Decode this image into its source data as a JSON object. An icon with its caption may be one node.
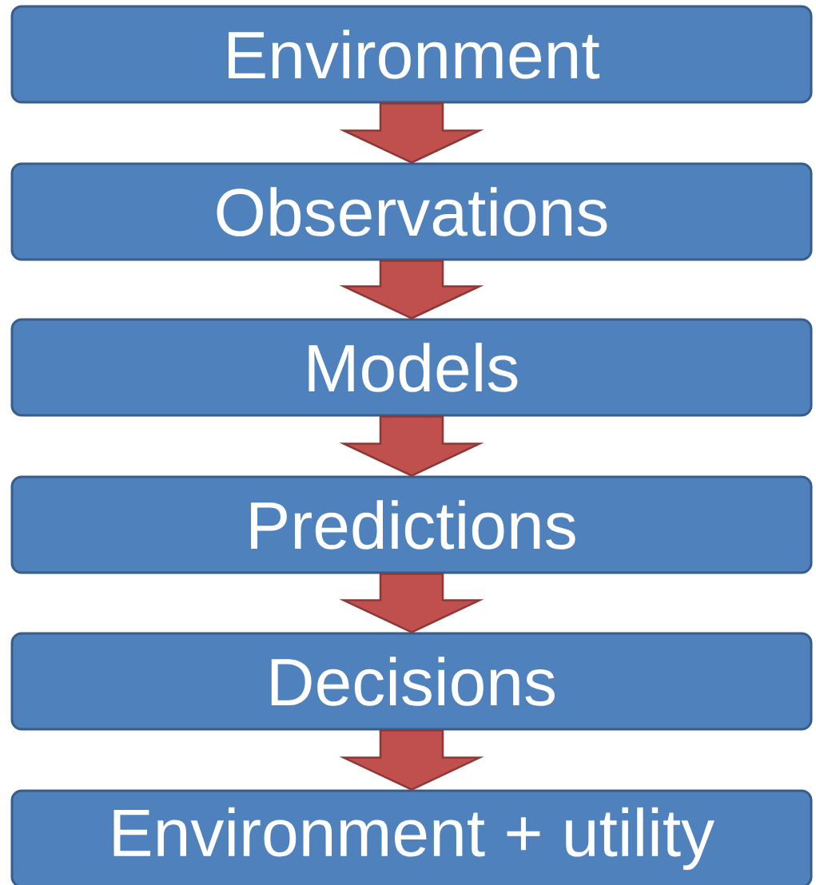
{
  "diagram": {
    "nodes": [
      {
        "text": [
          "Environment"
        ]
      },
      {
        "text": [
          "Observations"
        ]
      },
      {
        "text": [
          "Models"
        ]
      },
      {
        "text": [
          "Predictions"
        ]
      },
      {
        "text": [
          "Decisions"
        ]
      },
      {
        "text": [
          "Environment + utility"
        ]
      }
    ],
    "edges": [
      {
        "from": 0,
        "to": 1,
        "arrow": "to"
      },
      {
        "from": 1,
        "to": 2,
        "arrow": "to"
      },
      {
        "from": 2,
        "to": 3,
        "arrow": "to"
      },
      {
        "from": 3,
        "to": 4,
        "arrow": "to"
      },
      {
        "from": 4,
        "to": 5,
        "arrow": "to"
      }
    ]
  }
}
